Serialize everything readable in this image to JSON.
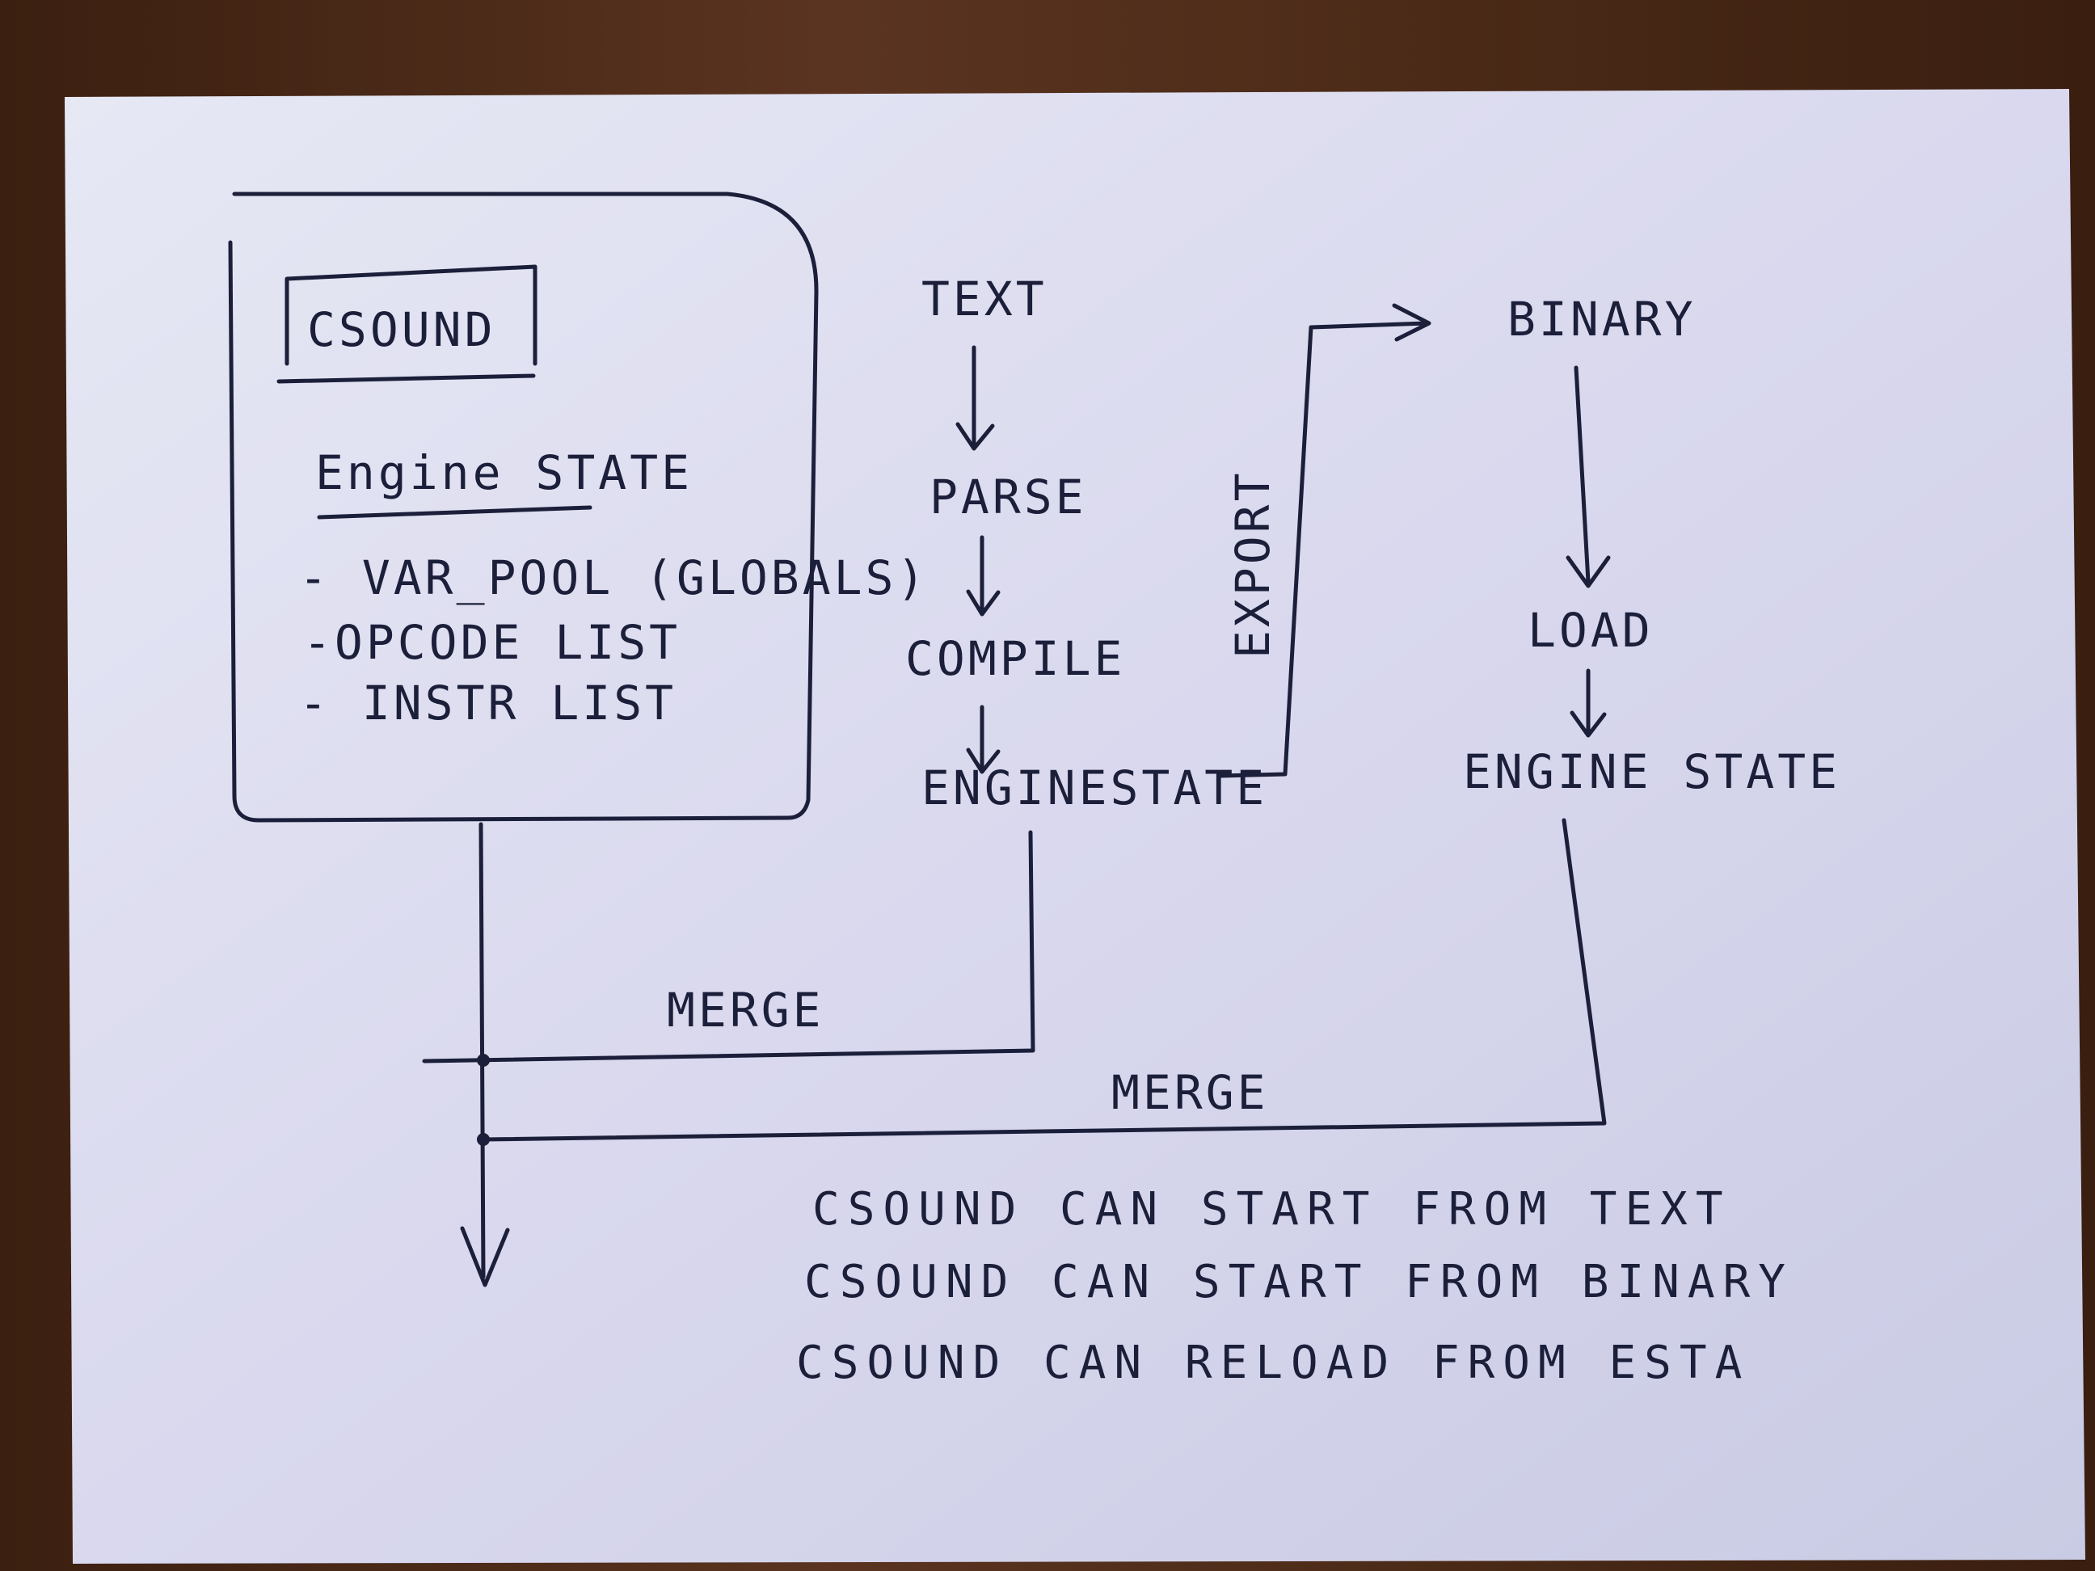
{
  "left_box": {
    "title": "CSOUND",
    "heading": "Engine STATE",
    "items": [
      "- VAR_POOL (GLOBALS)",
      "-OPCODE LIST",
      "- INSTR LIST"
    ]
  },
  "text_pipeline": {
    "steps": [
      "TEXT",
      "PARSE",
      "COMPILE"
    ],
    "result": "ENGINESTATE",
    "export_label": "EXPORT"
  },
  "binary_pipeline": {
    "steps": [
      "BINARY",
      "LOAD"
    ],
    "result": "ENGINE STATE"
  },
  "merge_labels": [
    "MERGE",
    "MERGE"
  ],
  "notes": [
    "CSOUND CAN START FROM TEXT",
    "CSOUND CAN START FROM BINARY",
    "CSOUND CAN RELOAD FROM ESTA"
  ]
}
